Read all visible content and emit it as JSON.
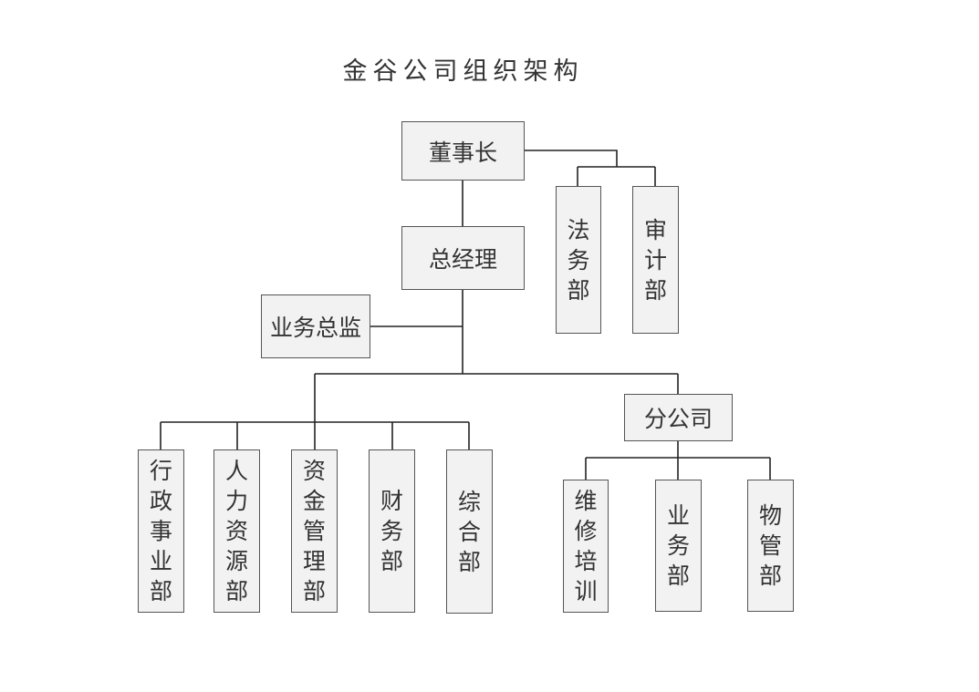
{
  "title": "金谷公司组织架构",
  "nodes": {
    "chairman": "董事长",
    "legal": "法务部",
    "audit": "审计部",
    "general_manager": "总经理",
    "business_director": "业务总监",
    "branch": "分公司",
    "admin": "行政事业部",
    "hr": "人力资源部",
    "fund": "资金管理部",
    "finance": "财务部",
    "general": "综合部",
    "maintenance": "维修培训",
    "business": "业务部",
    "property": "物管部"
  }
}
